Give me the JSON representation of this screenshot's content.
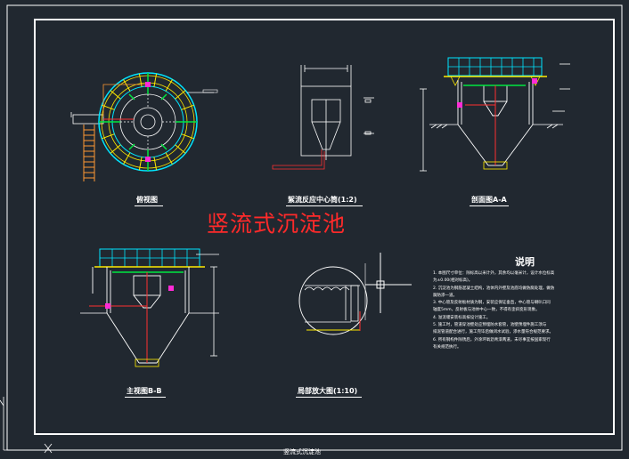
{
  "drawing": {
    "main_title": "竖流式沉淀池",
    "footer_title": "竖流式沉淀池",
    "views": {
      "top_view_label": "俯视图",
      "center_pipe_label": "絮流反应中心筒(1:2)",
      "section_aa_label": "剖面图A-A",
      "main_view_label": "主视图B-B",
      "detail_label": "局部放大图(1:10)"
    },
    "notes": {
      "title": "说明",
      "items": [
        "1. 本图尺寸单位：除标高以米计外，其余均以毫米计，设计水位标高",
        "   为±0.00(相对标高)。",
        "2. 沉淀池为钢筋混凝土结构，池体内外壁及池底均做防腐处理，做防",
        "   腐防渗一道。",
        "3. 中心管及反射板材质为钢，安装应保证垂直，中心管与喇叭口同",
        "   轴度5mm，反射板与池体中心一致，不得有歪斜变形现象。",
        "4. 溢流堰安装标高按设计施工。",
        "5. 施工时，管道穿池壁处应预埋防水套管，池壁预埋件施工须与",
        "   排泥管道配合进行，施工完毕后做闭水试验，渗水量符合规范要求。",
        "6. 所有钢构件除锈后，外涂环氧沥青漆两道，未尽事宜按国家现行",
        "   有关规范执行。"
      ]
    }
  },
  "colors": {
    "background": "#212830",
    "frame": "#ffffff",
    "title_text": "#ff2a2a",
    "cyan": "#00e5ff",
    "yellow": "#ffea00",
    "green": "#00e640",
    "magenta": "#ff2bd6",
    "red": "#ff3030",
    "orange": "#ff9933"
  }
}
